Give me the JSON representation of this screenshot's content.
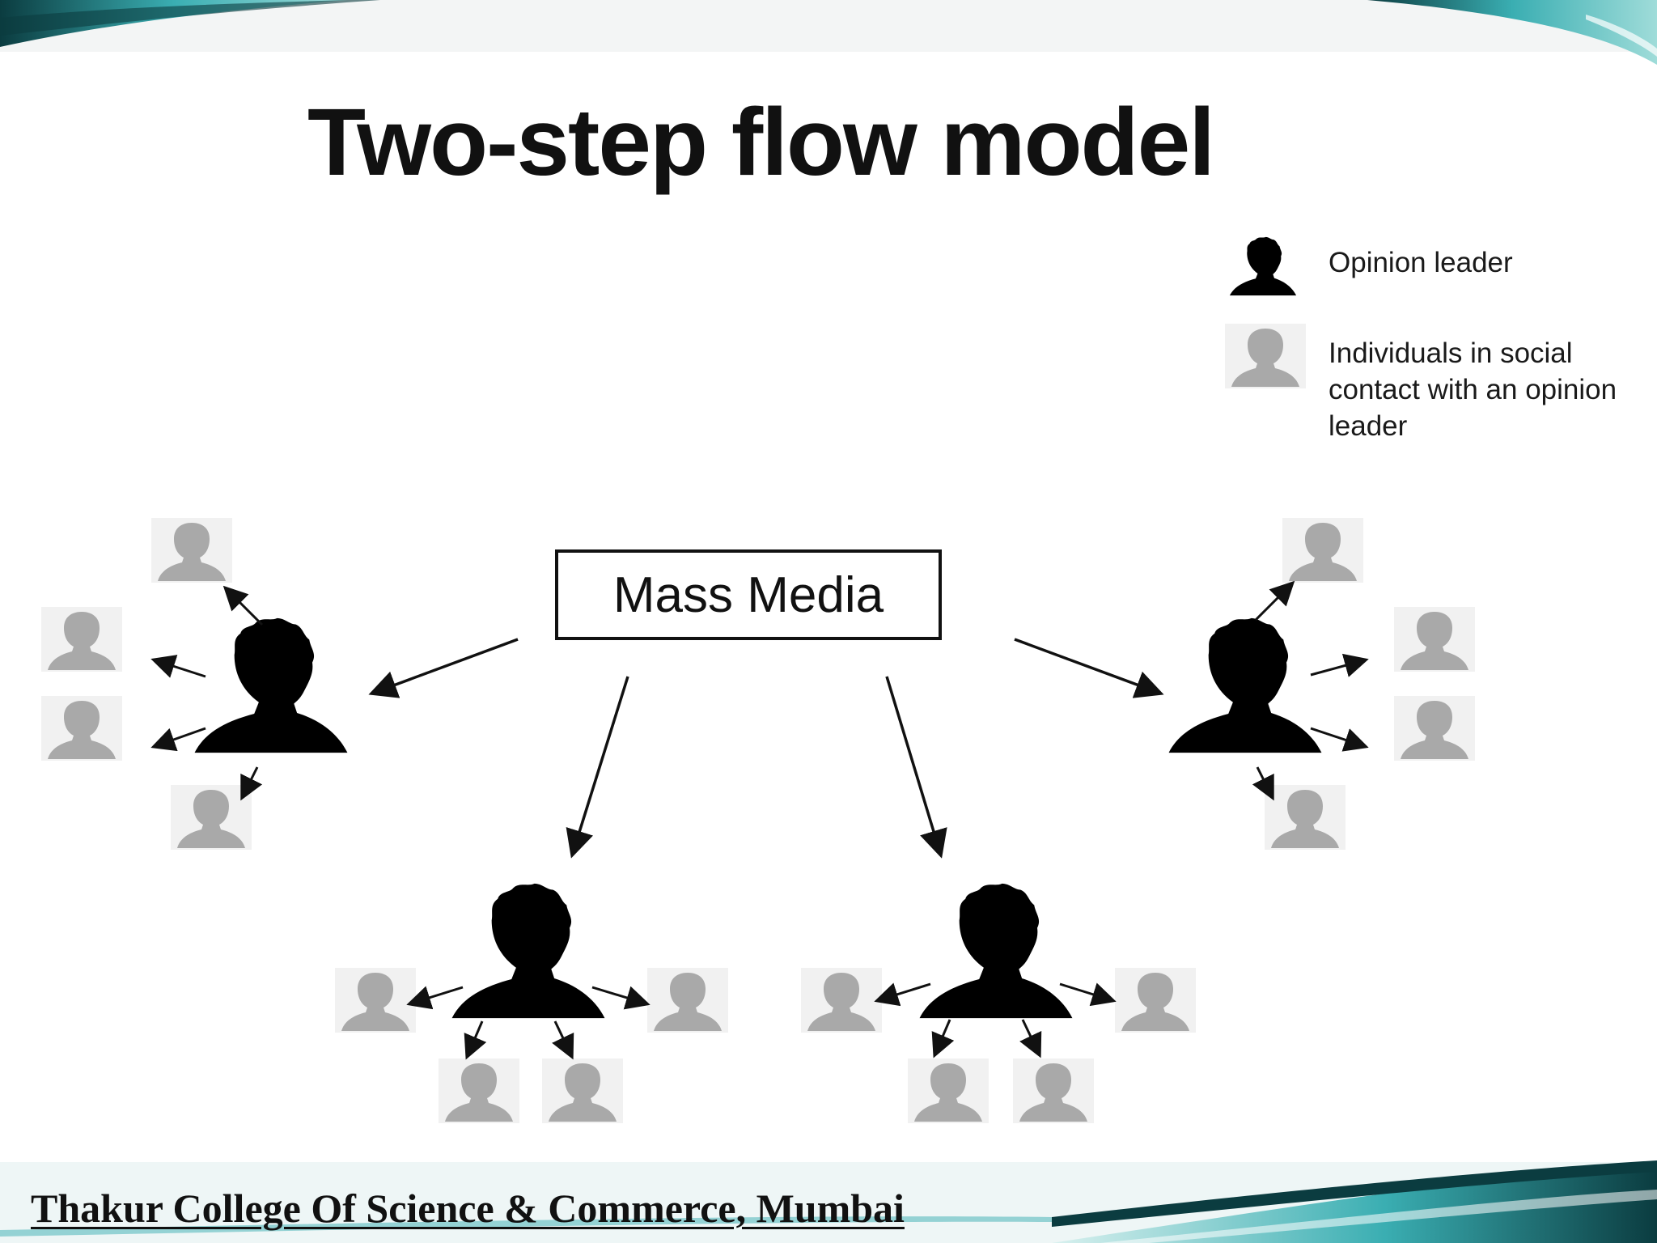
{
  "slide": {
    "title": "Two-step flow model",
    "footer": "Thakur College Of Science & Commerce, Mumbai"
  },
  "legend": {
    "opinion_leader": {
      "label": "Opinion leader",
      "icon": "opinion-leader-icon"
    },
    "individual": {
      "label": "Individuals in social contact with an opinion leader",
      "icon": "individual-icon"
    }
  },
  "diagram": {
    "source": {
      "label": "Mass Media"
    },
    "opinion_leader_count": 4,
    "individuals_per_leader": 4
  },
  "colors": {
    "opinion_leader": "#000000",
    "individual": "#a9a9a9",
    "individual_bg": "#f1f1f1",
    "accent_teal": "#3aaeb2",
    "accent_dark": "#0b3c40"
  }
}
